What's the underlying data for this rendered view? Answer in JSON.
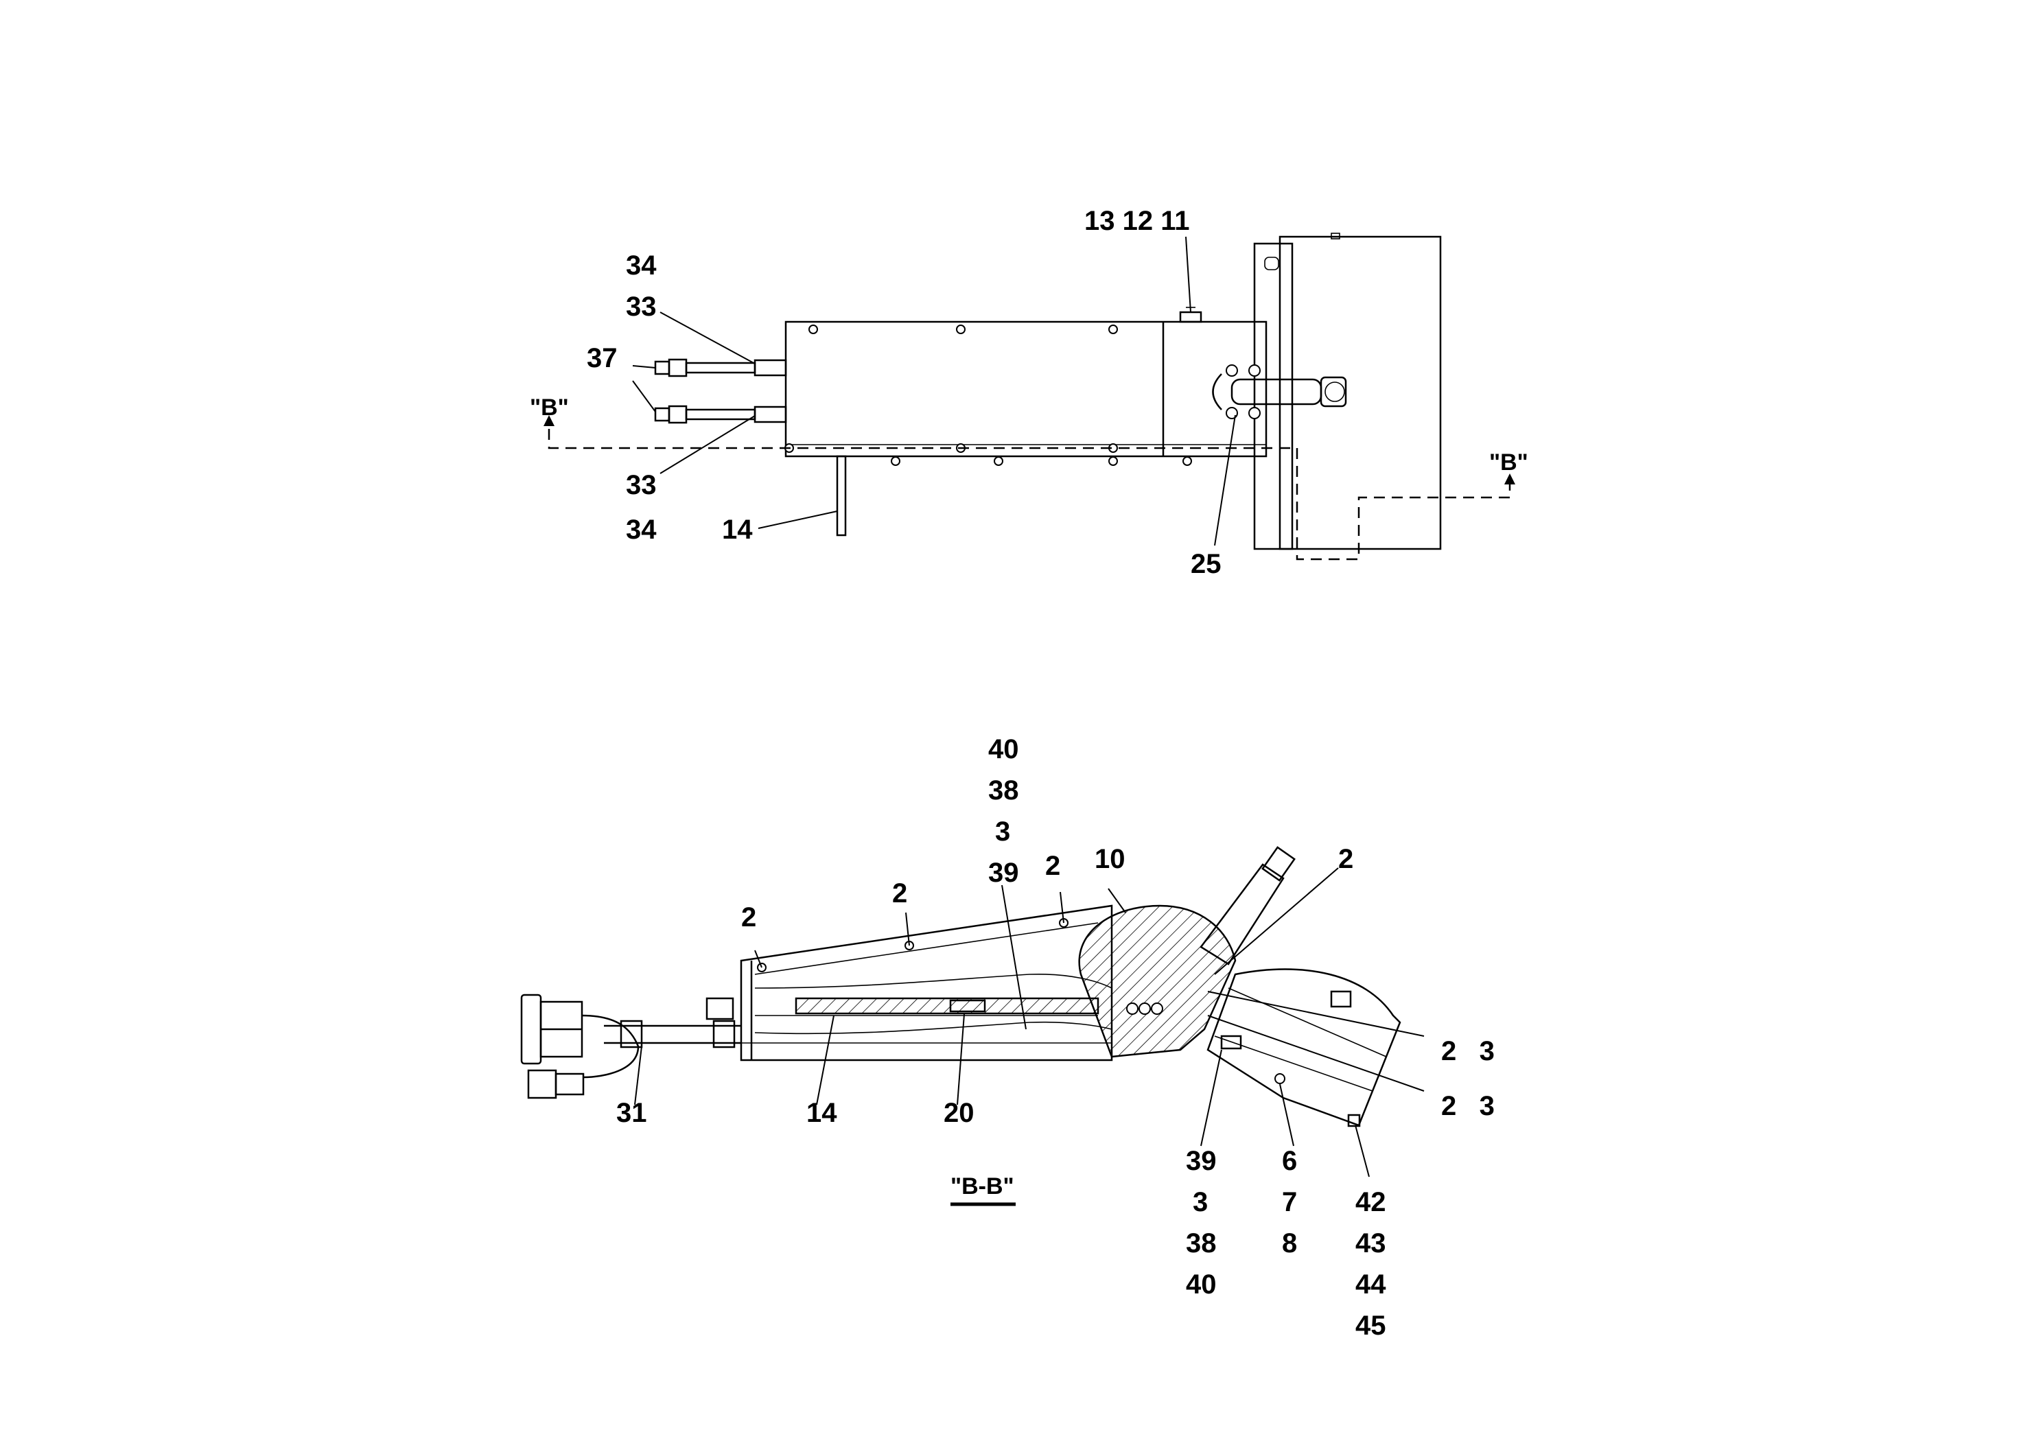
{
  "views": {
    "top": {
      "section_markers": [
        "\"B\"",
        "\"B\""
      ],
      "callouts": {
        "c_13_12_11": "13 12 11",
        "c_34_top": "34",
        "c_33_top": "33",
        "c_37": "37",
        "c_33_bottom": "33",
        "c_34_bottom": "34",
        "c_14": "14",
        "c_25": "25"
      }
    },
    "section": {
      "title": "\"B-B\"",
      "callouts": {
        "s40": "40",
        "s38": "38",
        "s3": "3",
        "s39": "39",
        "s2_a": "2",
        "s10": "10",
        "s2_b": "2",
        "s2_c": "2",
        "s2_d": "2",
        "s2_3_a": "2   3",
        "s2_3_b": "2   3",
        "s31": "31",
        "s14": "14",
        "s20": "20",
        "s39_b": "39",
        "s3_b": "3",
        "s38_b": "38",
        "s40_b": "40",
        "s6": "6",
        "s7": "7",
        "s8": "8",
        "s42": "42",
        "s43": "43",
        "s44": "44",
        "s45": "45"
      }
    }
  }
}
